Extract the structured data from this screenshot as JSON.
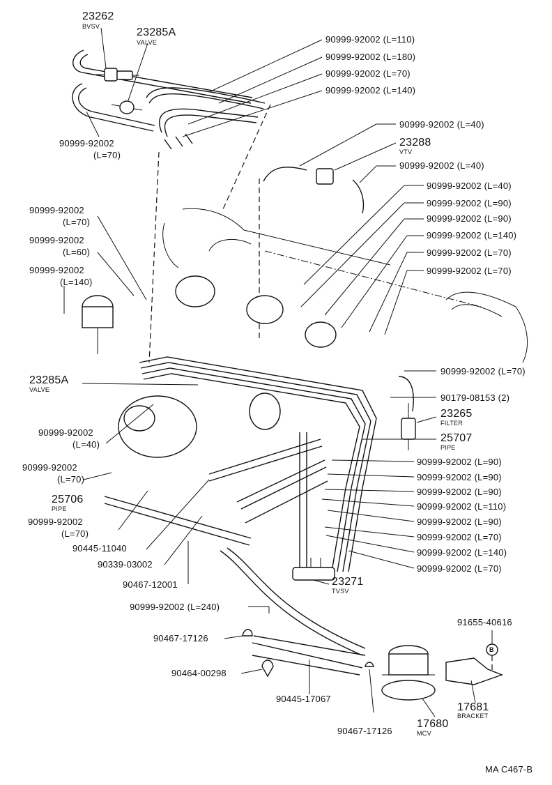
{
  "diagram_code": "MA C467-B",
  "callouts": {
    "c_23262": {
      "part": "23262",
      "name": "BVSV"
    },
    "c_23285a_top": {
      "part": "23285A",
      "name": "VALVE"
    },
    "c_hose_110_top": {
      "part": "90999-92002 (L=110)"
    },
    "c_hose_180": {
      "part": "90999-92002 (L=180)"
    },
    "c_hose_70_top": {
      "part": "90999-92002 (L=70)"
    },
    "c_hose_140_top": {
      "part": "90999-92002 (L=140)"
    },
    "c_hose_left_70a": {
      "part": "90999-92002",
      "length": "(L=70)"
    },
    "c_hose_40_a": {
      "part": "90999-92002 (L=40)"
    },
    "c_23288": {
      "part": "23288",
      "name": "VTV"
    },
    "c_hose_40_b": {
      "part": "90999-92002 (L=40)"
    },
    "c_hose_40_c": {
      "part": "90999-92002 (L=40)"
    },
    "c_hose_90_a": {
      "part": "90999-92002 (L=90)"
    },
    "c_hose_90_b": {
      "part": "90999-92002 (L=90)"
    },
    "c_hose_140_b": {
      "part": "90999-92002 (L=140)"
    },
    "c_hose_70_b": {
      "part": "90999-92002 (L=70)"
    },
    "c_hose_70_c": {
      "part": "90999-92002 (L=70)"
    },
    "c_hose_left_70b": {
      "part": "90999-92002",
      "length": "(L=70)"
    },
    "c_hose_left_60": {
      "part": "90999-92002",
      "length": "(L=60)"
    },
    "c_hose_left_140": {
      "part": "90999-92002",
      "length": "(L=140)"
    },
    "c_23285a_mid": {
      "part": "23285A",
      "name": "VALVE"
    },
    "c_hose_70_right": {
      "part": "90999-92002 (L=70)"
    },
    "c_90179": {
      "part": "90179-08153 (2)"
    },
    "c_23265": {
      "part": "23265",
      "name": "FILTER"
    },
    "c_25707": {
      "part": "25707",
      "name": "PIPE"
    },
    "c_hose_left_40": {
      "part": "90999-92002",
      "length": "(L=40)"
    },
    "c_hose_left_70c": {
      "part": "90999-92002",
      "length": "(L=70)"
    },
    "c_25706": {
      "part": "25706",
      "name": "PIPE"
    },
    "c_hose_left_70d": {
      "part": "90999-92002",
      "length": "(L=70)"
    },
    "c_90445_11040": {
      "part": "90445-11040"
    },
    "c_90339": {
      "part": "90339-03002"
    },
    "c_90467_12001": {
      "part": "90467-12001"
    },
    "c_hose_240": {
      "part": "90999-92002 (L=240)"
    },
    "c_90467_17126_a": {
      "part": "90467-17126"
    },
    "c_90464": {
      "part": "90464-00298"
    },
    "c_90445_17067": {
      "part": "90445-17067"
    },
    "c_90467_17126_b": {
      "part": "90467-17126"
    },
    "c_17680": {
      "part": "17680",
      "name": "MCV"
    },
    "c_17681": {
      "part": "17681",
      "name": "BRACKET"
    },
    "c_91655": {
      "part": "91655-40616"
    },
    "c_marker_b": {
      "part": "B"
    },
    "c_23271": {
      "part": "23271",
      "name": "TVSV"
    },
    "c_lower_90_a": {
      "part": "90999-92002 (L=90)"
    },
    "c_lower_90_b": {
      "part": "90999-92002 (L=90)"
    },
    "c_lower_90_c": {
      "part": "90999-92002 (L=90)"
    },
    "c_lower_110": {
      "part": "90999-92002 (L=110)"
    },
    "c_lower_90_d": {
      "part": "90999-92002 (L=90)"
    },
    "c_lower_70_a": {
      "part": "90999-92002 (L=70)"
    },
    "c_lower_140": {
      "part": "90999-92002 (L=140)"
    },
    "c_lower_70_b": {
      "part": "90999-92002 (L=70)"
    }
  }
}
